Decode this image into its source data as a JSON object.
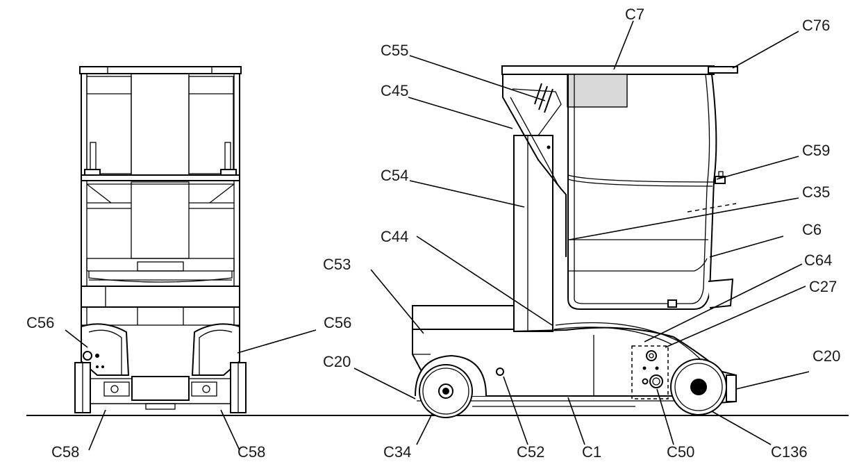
{
  "labels": {
    "c7": "C7",
    "c76": "C76",
    "c55": "C55",
    "c45": "C45",
    "c59": "C59",
    "c54": "C54",
    "c35": "C35",
    "c6": "C6",
    "c44": "C44",
    "c64": "C64",
    "c27": "C27",
    "c53": "C53",
    "c56_left": "C56",
    "c56_right": "C56",
    "c20_left": "C20",
    "c20_right": "C20",
    "c58_left": "C58",
    "c58_right": "C58",
    "c34": "C34",
    "c52": "C52",
    "c1": "C1",
    "c50": "C50",
    "c136": "C136"
  },
  "colors": {
    "line": "#000000",
    "label_panel_fill": "#d9d9d9",
    "background": "#ffffff"
  }
}
